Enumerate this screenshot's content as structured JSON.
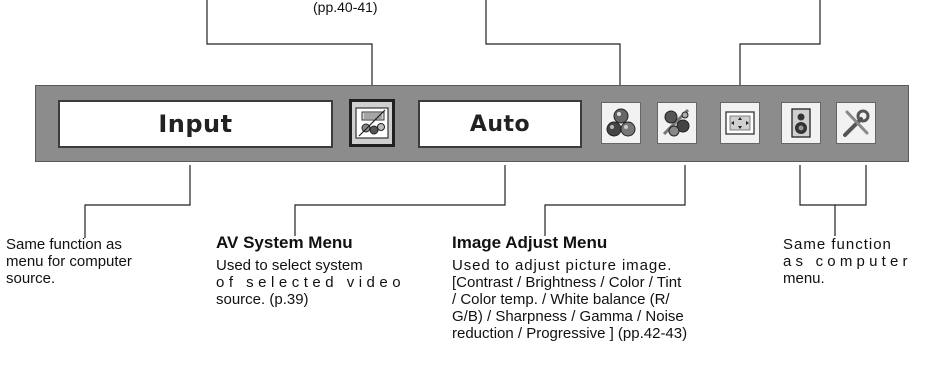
{
  "top_note": "(pp.40-41)",
  "toolbar": {
    "input_label": "Input",
    "system_label": "Auto",
    "buttons": [
      {
        "name": "av-system-menu-button",
        "icon": "video-source-icon",
        "selected": true
      },
      {
        "name": "image-select-button",
        "icon": "color-balls-icon"
      },
      {
        "name": "image-adjust-button",
        "icon": "palette-icon"
      },
      {
        "name": "screen-button",
        "icon": "screen-arrows-icon"
      },
      {
        "name": "sound-button",
        "icon": "speaker-icon"
      },
      {
        "name": "setting-button",
        "icon": "tools-icon"
      }
    ]
  },
  "captions": {
    "input": {
      "text_lines": [
        "Same function as",
        "menu for computer",
        "source."
      ]
    },
    "av_system": {
      "heading": "AV System Menu",
      "text_lines": [
        "Used to select system",
        "of selected video",
        "source. (p.39)"
      ]
    },
    "image_adjust": {
      "heading": "Image Adjust Menu",
      "text_lines": [
        "Used to adjust picture image.",
        "[Contrast / Brightness / Color / Tint",
        "/ Color temp. / White balance (R/",
        "G/B) / Sharpness / Gamma / Noise",
        "reduction / Progressive ] (pp.42-43)"
      ]
    },
    "computer": {
      "text_lines": [
        "Same function",
        "as computer",
        "menu."
      ]
    }
  }
}
